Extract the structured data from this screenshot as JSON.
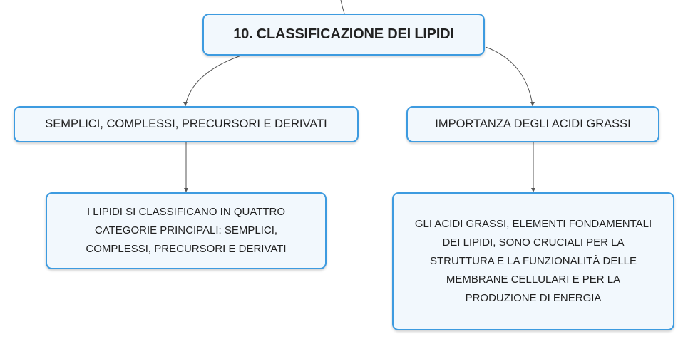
{
  "mindmap": {
    "root": {
      "label": "10. CLASSIFICAZIONE DEI LIPIDI"
    },
    "branches": [
      {
        "label": "SEMPLICI, COMPLESSI, PRECURSORI E DERIVATI",
        "detail": "I LIPIDI SI CLASSIFICANO IN QUATTRO\nCATEGORIE PRINCIPALI: SEMPLICI,\nCOMPLESSI, PRECURSORI E DERIVATI"
      },
      {
        "label": "IMPORTANZA DEGLI ACIDI GRASSI",
        "detail": "GLI ACIDI GRASSI, ELEMENTI FONDAMENTALI\nDEI LIPIDI, SONO CRUCIALI PER LA\nSTRUTTURA E LA FUNZIONALITÀ DELLE\nMEMBRANE CELLULARI E PER LA\nPRODUZIONE DI ENERGIA"
      }
    ]
  },
  "colors": {
    "node_border": "#3d9be0",
    "node_fill": "#f2f8fd",
    "connector": "#555555",
    "text": "#222222"
  }
}
